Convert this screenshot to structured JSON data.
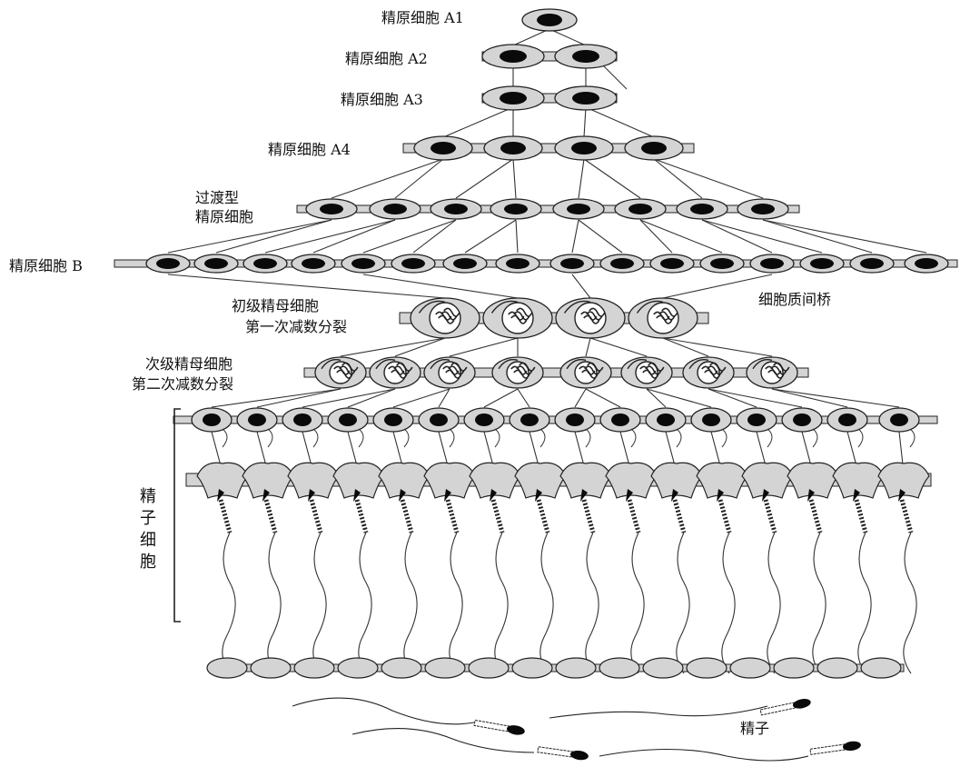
{
  "labels": {
    "a1": "精原细胞 A1",
    "a2": "精原细胞 A2",
    "a3": "精原细胞 A3",
    "a4": "精原细胞 A4",
    "trans1": "过渡型",
    "trans2": "精原细胞",
    "b": "精原细胞 B",
    "bridge": "细胞质间桥",
    "primary1": "初级精母细胞",
    "primary2": "第一次减数分裂",
    "secondary1": "次级精母细胞",
    "secondary2": "第二次减数分裂",
    "spermatid": "精子细胞",
    "sperm": "精子"
  },
  "colors": {
    "cytoplasm": "#d4d4d4",
    "outline": "#222222",
    "nucleus": "#0a0a0a"
  },
  "diagram": {
    "stages": [
      {
        "id": "a1",
        "cells": 1
      },
      {
        "id": "a2",
        "cells": 2
      },
      {
        "id": "a3",
        "cells": 2
      },
      {
        "id": "a4",
        "cells": 4
      },
      {
        "id": "transitional",
        "cells": 8
      },
      {
        "id": "b",
        "cells": 16
      },
      {
        "id": "primary",
        "cells": 4
      },
      {
        "id": "secondary",
        "cells": 8
      },
      {
        "id": "spermatid-round",
        "cells": 16
      },
      {
        "id": "spermatid-elongating",
        "cells": 16
      },
      {
        "id": "residual-chain",
        "cells": 16
      },
      {
        "id": "sperm",
        "cells": 4
      }
    ]
  }
}
